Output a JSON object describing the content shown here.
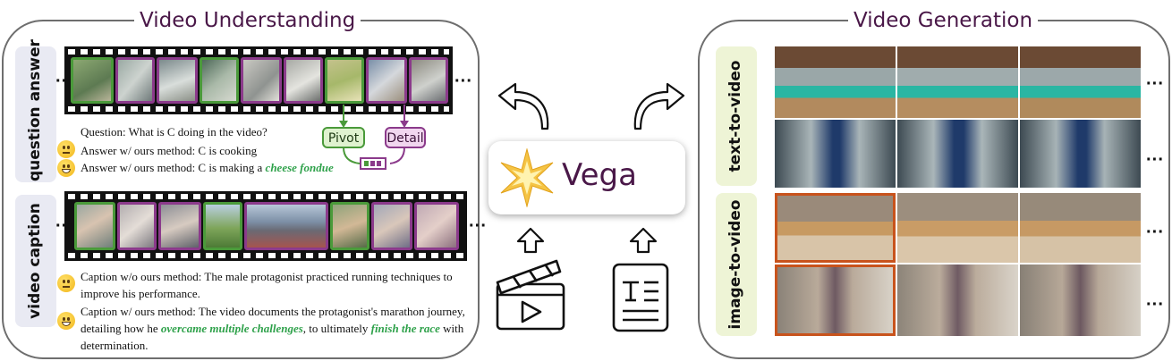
{
  "left_section": {
    "title": "Video Understanding",
    "qa_label": "question answer",
    "caption_label": "video caption",
    "ellipsis": "···",
    "question_text": "Question: What is C doing in the video?",
    "answer_without": "Answer w/ ours method:  C is cooking",
    "answer_with_prefix": "Answer w/ ours method:  C is making a ",
    "answer_with_highlight": "cheese fondue",
    "pivot_label": "Pivot",
    "detail_label": "Detail",
    "caption_without": "Caption w/o ours method: The male protagonist practiced running techniques to improve his performance.",
    "caption_with_part1": "Caption w/ ours method: The video documents the protagonist's marathon journey, detailing how he ",
    "caption_with_highlight1": "overcame multiple challenges",
    "caption_with_part2": ", to ultimately ",
    "caption_with_highlight2": "finish the race",
    "caption_with_part3": " with determination."
  },
  "center": {
    "model_name": "Vega"
  },
  "right_section": {
    "title": "Video Generation",
    "t2v_label": "text-to-video",
    "i2v_label": "image-to-video",
    "ellipsis": "···"
  },
  "colors": {
    "pivot_green": "#4a9a3a",
    "detail_purple": "#8b3a8b",
    "highlight_green": "#2ea14a",
    "title_purple": "#4a1848",
    "input_frame_orange": "#c8531c"
  },
  "icons": [
    "star-icon",
    "clapperboard-icon",
    "text-document-icon",
    "curved-arrow-icon",
    "up-arrow-icon",
    "emoji-neutral-icon",
    "emoji-grin-icon"
  ]
}
